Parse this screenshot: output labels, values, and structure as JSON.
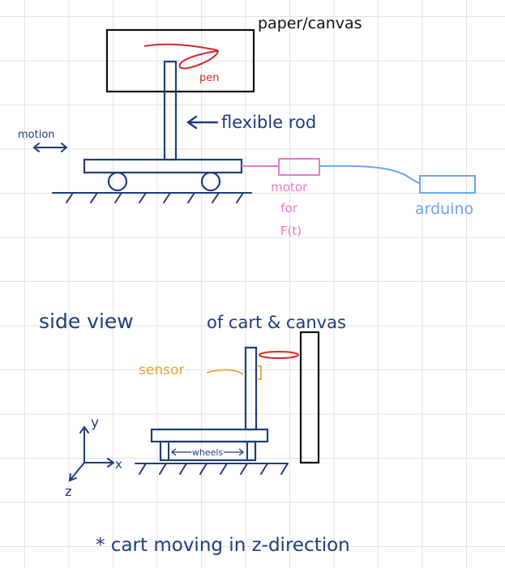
{
  "top_view": {
    "canvas_label": "paper/canvas",
    "pen_label": "pen",
    "rod_label": "flexible rod",
    "motion_label": "motion",
    "motor_label_lines": [
      "motor",
      "for",
      "F(t)"
    ],
    "arduino_label": "arduino"
  },
  "side_view": {
    "title": "side view",
    "subtitle": "of cart & canvas",
    "sensor_label": "sensor",
    "wheels_label": "wheels",
    "axis_x": "x",
    "axis_y": "y",
    "axis_z": "z"
  },
  "footnote": "* cart moving in z-direction",
  "colors": {
    "ink_navy": "#1f3d7a",
    "ink_black": "#111111",
    "ink_red": "#d42a2a",
    "ink_pink": "#e879c8",
    "ink_blue": "#6aa6f0",
    "ink_orange": "#f0a030",
    "grid": "#e3e3e3"
  }
}
